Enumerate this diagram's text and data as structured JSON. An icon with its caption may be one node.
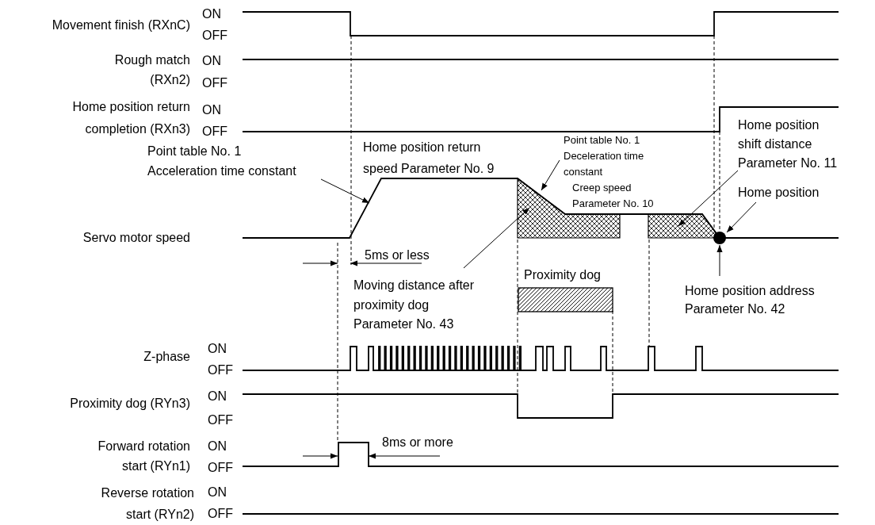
{
  "diagram": {
    "nodes": [
      {
        "text": [
          "Point table No. 1 Acceleration time constant"
        ]
      },
      {
        "text": [
          "Point table No. 1 Deceleration time constant"
        ]
      },
      {
        "text": [
          "Home position shift distance Parameter No. 11"
        ]
      },
      {
        "text": [
          "Home position"
        ]
      },
      {
        "text": [],
        "shape": "circle"
      },
      {
        "text": [
          "Moving distance after proximity dog Parameter No. 43"
        ]
      },
      {
        "text": [
          "Home position address Parameter No. 42"
        ]
      },
      {
        "text": [
          "Proximity dog"
        ]
      },
      {
        "text": [],
        "shape": "area"
      },
      {
        "text": [],
        "shape": "area"
      }
    ],
    "edges": [
      {
        "from": 0,
        "to": null,
        "arrow": "to"
      },
      {
        "from": 1,
        "to": 8,
        "arrow": "to"
      },
      {
        "from": 2,
        "to": 9,
        "arrow": "to"
      },
      {
        "from": 3,
        "to": 4,
        "arrow": "to"
      },
      {
        "from": 5,
        "to": 8,
        "arrow": "to"
      },
      {
        "from": 6,
        "to": 4,
        "arrow": "to"
      }
    ],
    "labels": [
      "Movement finish (RXnC)",
      "ON",
      "OFF",
      "Rough match (RXn2)",
      "ON",
      "OFF",
      "Home position return completion (RXn3)",
      "ON",
      "OFF",
      "Home position return speed Parameter No. 9",
      "Creep speed Parameter No. 10",
      "Servo motor speed",
      "5ms or less",
      "Z-phase",
      "ON",
      "OFF",
      "Proximity dog (RYn3)",
      "ON",
      "OFF",
      "Forward rotation start (RYn1)",
      "ON",
      "OFF",
      "8ms or more",
      "Reverse rotation start (RYn2)",
      "ON",
      "OFF"
    ]
  }
}
